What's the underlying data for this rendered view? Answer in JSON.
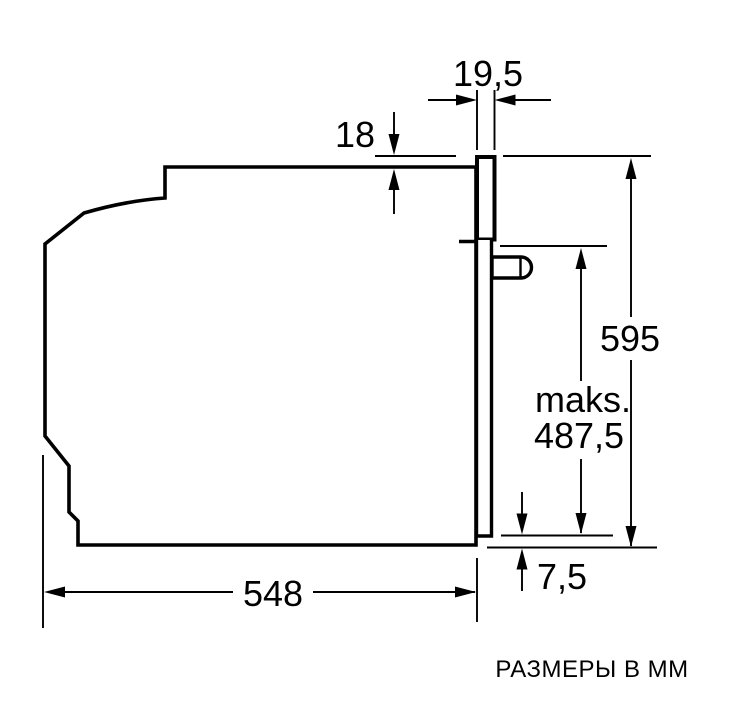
{
  "drawing": {
    "title_note": "РАЗМЕРЫ В ММ",
    "colors": {
      "line": "#000000",
      "background": "#ffffff"
    },
    "dimensions": {
      "panel_thickness": "19,5",
      "panel_top_overhang": "18",
      "front_total_height": "595",
      "max_height_label": "maks.",
      "max_height_value": "487,5",
      "bottom_offset": "7,5",
      "body_depth": "548"
    }
  }
}
